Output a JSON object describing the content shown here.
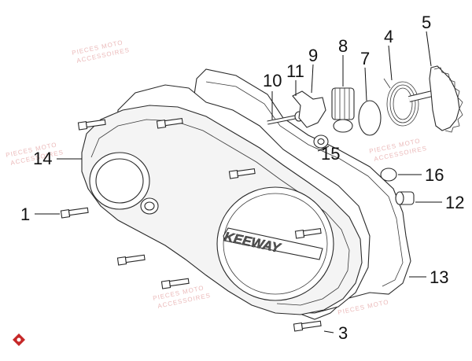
{
  "diagram": {
    "brand_text": "KEEWAY",
    "watermark_lines": [
      "PIECES MOTO",
      "ACCESSOIRES"
    ],
    "callouts": [
      {
        "id": "1",
        "label": "1"
      },
      {
        "id": "3",
        "label": "3"
      },
      {
        "id": "4",
        "label": "4"
      },
      {
        "id": "5",
        "label": "5"
      },
      {
        "id": "7",
        "label": "7"
      },
      {
        "id": "8",
        "label": "8"
      },
      {
        "id": "9",
        "label": "9"
      },
      {
        "id": "10",
        "label": "10"
      },
      {
        "id": "11",
        "label": "11"
      },
      {
        "id": "12",
        "label": "12"
      },
      {
        "id": "13",
        "label": "13"
      },
      {
        "id": "14",
        "label": "14"
      },
      {
        "id": "15",
        "label": "15"
      },
      {
        "id": "16",
        "label": "16"
      }
    ]
  },
  "colors": {
    "line": "#2a2a2a",
    "watermark": "#e9b3b3",
    "logo_red": "#c62828"
  }
}
